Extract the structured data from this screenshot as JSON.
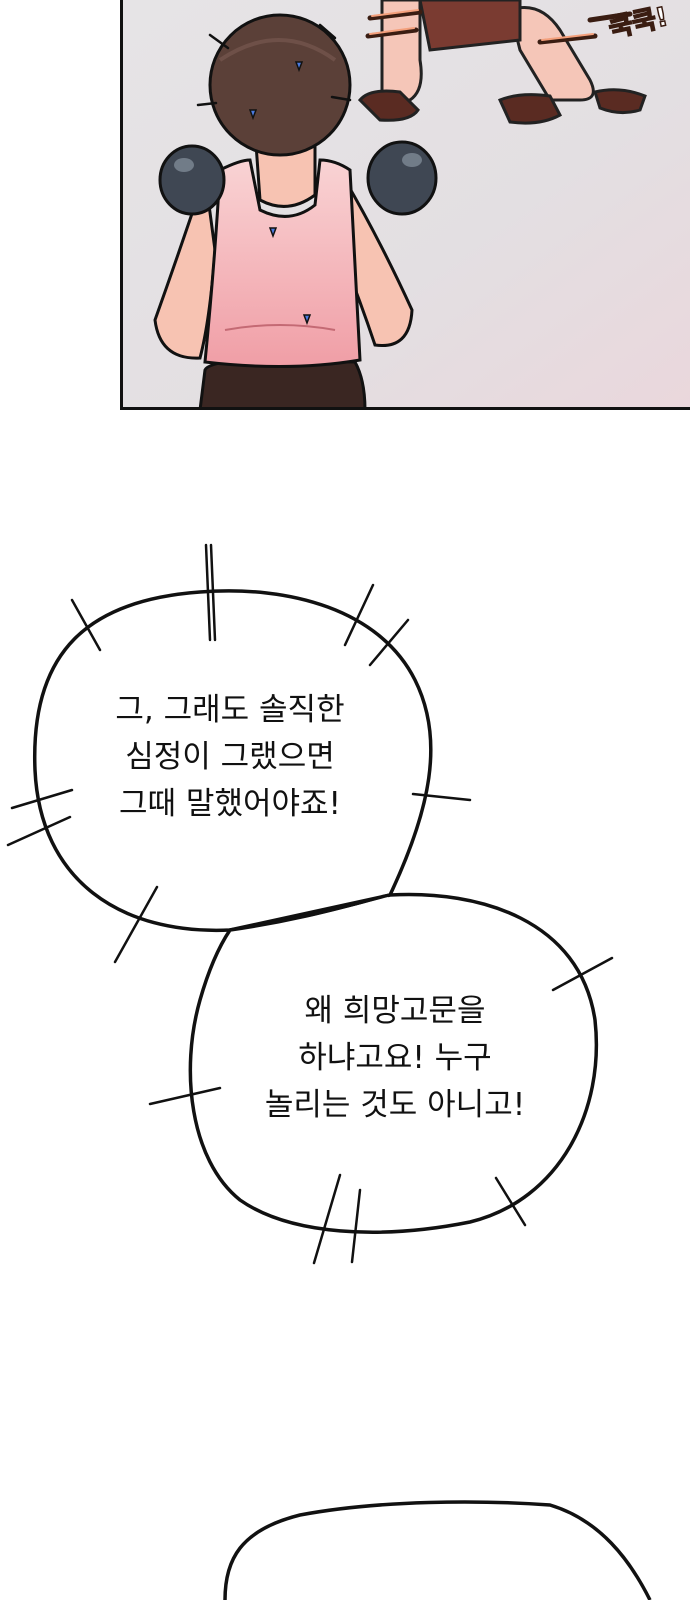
{
  "panel": {
    "sfx": "쿡쿡!"
  },
  "bubbles": [
    {
      "lines": [
        "그, 그래도 솔직한",
        "심정이 그랬으면",
        "그때 말했어야죠!"
      ]
    },
    {
      "lines": [
        "왜 희망고문을",
        "하냐고요! 누구",
        "놀리는 것도 아니고!"
      ]
    }
  ],
  "colors": {
    "panel_bg": "#e4e2e4",
    "shirt": "#f6bcc0",
    "skin": "#f7c3b2",
    "hair": "#5b4038",
    "glove": "#3f4753",
    "outline": "#111111"
  }
}
